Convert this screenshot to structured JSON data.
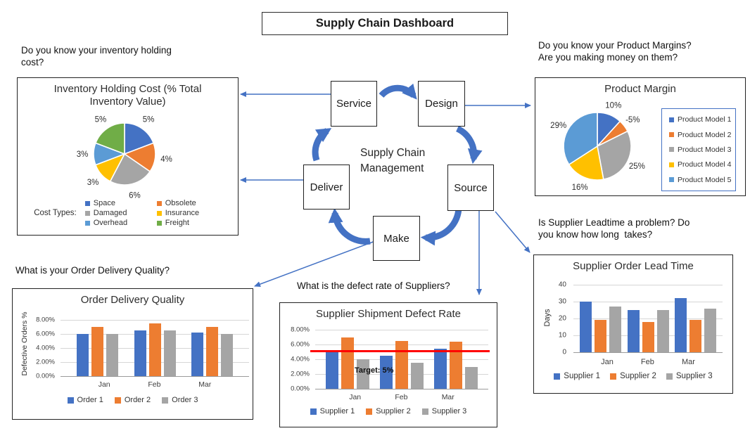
{
  "page_title": "Supply Chain Dashboard",
  "colors": {
    "blue": "#4472C4",
    "orange": "#ED7D31",
    "gray": "#A5A5A5",
    "yellow": "#FFC000",
    "light_blue": "#5B9BD5",
    "green": "#70AD47",
    "target_red": "#FF0000",
    "connector_blue": "#4472C4"
  },
  "questions": {
    "inventory": "Do you know your inventory holding\ncost?",
    "margin": "Do you know your Product Margins?\nAre you making money on them?",
    "leadtime": "Is Supplier Leadtime a problem? Do\nyou know how long  takes?",
    "delivery": "What is your Order Delivery Quality?",
    "defect": "What is the defect rate of Suppliers?"
  },
  "cycle": {
    "center_label": "Supply Chain\nManagement",
    "nodes": [
      "Service",
      "Design",
      "Source",
      "Make",
      "Deliver"
    ]
  },
  "chart_data": [
    {
      "id": "inventory",
      "type": "pie",
      "title": "Inventory Holding Cost (% Total\nInventory Value)",
      "legend_title": "Cost Types:",
      "labels": [
        "Space",
        "Obsolete",
        "Damaged",
        "Insurance",
        "Overhead",
        "Freight"
      ],
      "values": [
        5,
        4,
        6,
        3,
        3,
        5
      ],
      "value_labels": [
        "5%",
        "4%",
        "6%",
        "3%",
        "3%",
        "5%"
      ],
      "colors": [
        "#4472C4",
        "#ED7D31",
        "#A5A5A5",
        "#FFC000",
        "#5B9BD5",
        "#70AD47"
      ],
      "legend_position": "bottom"
    },
    {
      "id": "margin",
      "type": "pie",
      "title": "Product Margin",
      "labels": [
        "Product Model 1",
        "Product Model 2",
        "Product Model 3",
        "Product Model 4",
        "Product Model 5"
      ],
      "values": [
        10,
        -5,
        25,
        16,
        29
      ],
      "value_labels": [
        "10%",
        "-5%",
        "25%",
        "16%",
        "29%"
      ],
      "colors": [
        "#4472C4",
        "#ED7D31",
        "#A5A5A5",
        "#FFC000",
        "#5B9BD5"
      ],
      "legend_position": "right"
    },
    {
      "id": "odq",
      "type": "bar",
      "title": "Order Delivery Quality",
      "ylabel": "Defective Orders %",
      "categories": [
        "Jan",
        "Feb",
        "Mar"
      ],
      "series": [
        {
          "name": "Order 1",
          "color": "#4472C4",
          "values": [
            6.0,
            6.5,
            6.25
          ]
        },
        {
          "name": "Order 2",
          "color": "#ED7D31",
          "values": [
            7.0,
            7.5,
            7.0
          ]
        },
        {
          "name": "Order 3",
          "color": "#A5A5A5",
          "values": [
            6.0,
            6.5,
            6.0
          ]
        }
      ],
      "ylim": [
        0,
        8
      ],
      "yticks": [
        {
          "v": 0,
          "label": "0.00%"
        },
        {
          "v": 2,
          "label": "2.00%"
        },
        {
          "v": 4,
          "label": "4.00%"
        },
        {
          "v": 6,
          "label": "6.00%"
        },
        {
          "v": 8,
          "label": "8.00%"
        }
      ],
      "grid": true,
      "legend_position": "bottom"
    },
    {
      "id": "defect",
      "type": "bar",
      "title": "Supplier Shipment Defect Rate",
      "ylabel": "",
      "categories": [
        "Jan",
        "Feb",
        "Mar"
      ],
      "series": [
        {
          "name": "Supplier 1",
          "color": "#4472C4",
          "values": [
            5.0,
            4.5,
            5.4
          ]
        },
        {
          "name": "Supplier 2",
          "color": "#ED7D31",
          "values": [
            7.0,
            6.5,
            6.4
          ]
        },
        {
          "name": "Supplier 3",
          "color": "#A5A5A5",
          "values": [
            4.0,
            3.5,
            3.0
          ]
        }
      ],
      "ylim": [
        0,
        8
      ],
      "yticks": [
        {
          "v": 0,
          "label": "0.00%"
        },
        {
          "v": 2,
          "label": "2.00%"
        },
        {
          "v": 4,
          "label": "4.00%"
        },
        {
          "v": 6,
          "label": "6.00%"
        },
        {
          "v": 8,
          "label": "8.00%"
        }
      ],
      "target_line": {
        "value": 5.2,
        "label": "Target: 5%",
        "color": "#FF0000"
      },
      "grid": true,
      "legend_position": "bottom"
    },
    {
      "id": "lead",
      "type": "bar",
      "title": "Supplier Order Lead Time",
      "ylabel": "Days",
      "categories": [
        "Jan",
        "Feb",
        "Mar"
      ],
      "series": [
        {
          "name": "Supplier 1",
          "color": "#4472C4",
          "values": [
            30,
            25,
            32
          ]
        },
        {
          "name": "Supplier 2",
          "color": "#ED7D31",
          "values": [
            19,
            18,
            19
          ]
        },
        {
          "name": "Supplier 3",
          "color": "#A5A5A5",
          "values": [
            27,
            25,
            26
          ]
        }
      ],
      "ylim": [
        0,
        40
      ],
      "yticks": [
        {
          "v": 0,
          "label": "0"
        },
        {
          "v": 10,
          "label": "10"
        },
        {
          "v": 20,
          "label": "20"
        },
        {
          "v": 30,
          "label": "30"
        },
        {
          "v": 40,
          "label": "40"
        }
      ],
      "grid": true,
      "legend_position": "bottom"
    }
  ]
}
